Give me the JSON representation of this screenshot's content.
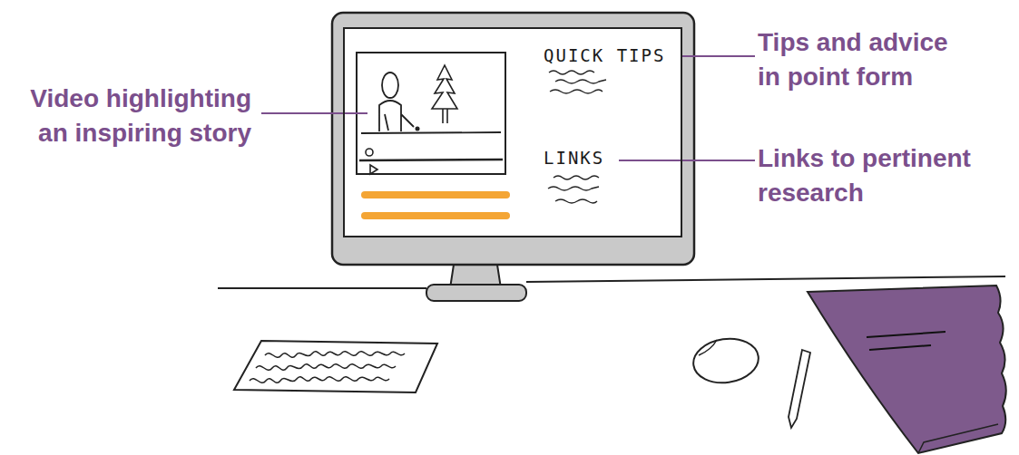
{
  "diagram": {
    "nodes": [
      {
        "text": [
          "QUICK TIPS",
          "LINKS"
        ]
      }
    ],
    "labels": [
      "Video highlighting an inspiring story",
      "Tips and advice in point form",
      "Links to pertinent research"
    ]
  }
}
